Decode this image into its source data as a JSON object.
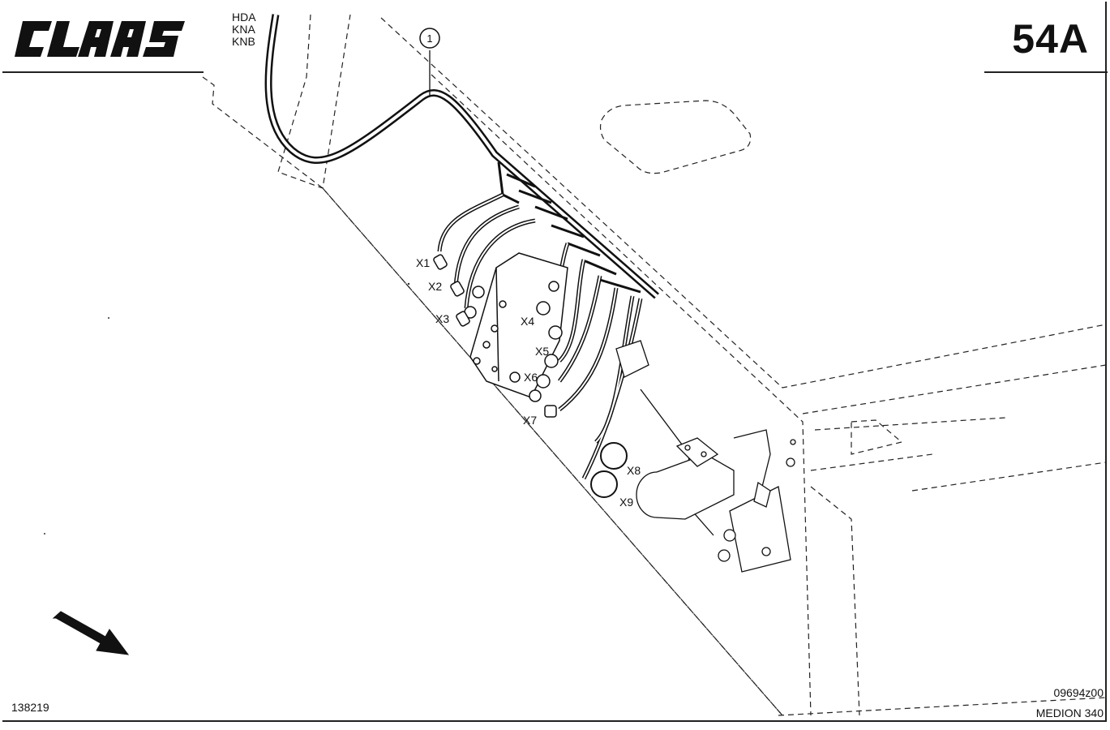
{
  "header": {
    "brand": "CLAAS",
    "page_code": "54A",
    "variant_codes": [
      "HDA",
      "KNA",
      "KNB"
    ]
  },
  "callouts": {
    "item_1": "1",
    "connectors": [
      "X1",
      "X2",
      "X3",
      "X4",
      "X5",
      "X6",
      "X7",
      "X8",
      "X9"
    ]
  },
  "footer": {
    "left_number": "138219",
    "drawing_number": "09694z00",
    "model": "MEDION 340"
  }
}
